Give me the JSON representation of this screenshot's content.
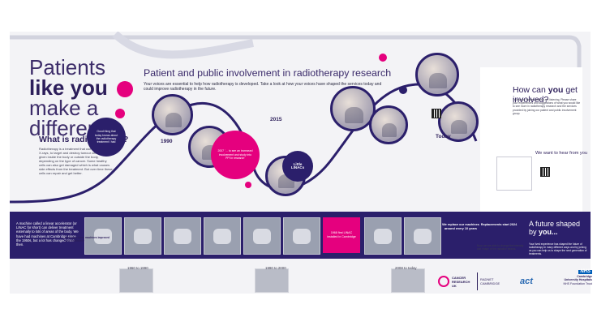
{
  "hero": {
    "line1": "Patients",
    "line2": "like you",
    "line3": "make a",
    "line4": "difference",
    "question": "What is radiotherapy?",
    "body": "Radiotherapy is a treatment that uses radiation, like X-rays, to target and destroy tumour cells. It can be given inside the body or outside the body, depending on the type of cancer. Some healthy cells can also get damaged which is what causes side effects from the treatment. But over time these cells can repair and get better."
  },
  "main": {
    "title": "Patient and public involvement in radiotherapy research",
    "subtitle": "Your voices are essential to help how radiotherapy is developed. Take a look at how your voices have shaped the services today and could improve radiotherapy in the future."
  },
  "years": [
    "1990",
    "2015",
    "Today"
  ],
  "bubbles": {
    "first": "Good thing that today knows about the radiotherapy treatment I had",
    "second": "2007 '… to see an increased involvement and study into PPI in research'",
    "third": "Little LINACs"
  },
  "timeline": {
    "intro": "A machine called a linear accelerator (or LINAC for short) can deliver treatment externally to lots of areas of the body. We have had machines at Cambridge since the 1950s, but a lot has changed since then.",
    "replace_stat": "We replace our machines around every 10 years",
    "replacements": "Replacements start 2024",
    "pink_card": "1968 first LINAC installed in Cambridge"
  },
  "eras": [
    "1960 to 1990",
    "1990 to 2000",
    "2008 to today"
  ],
  "lower": {
    "how": "How have these machines improved your treatment?",
    "today_note": "Now, we are able to change the intensity and shape of the radiation beams."
  },
  "right_panel": {
    "title_pre": "How can ",
    "title_bold": "you",
    "title_post": " get involved?",
    "body": "Your voice matters and we are listening. Please share your experiences and suggestions of what you would like to see more in radiotherapy research and the services provided by joining our patient and public involvement group.",
    "hear": "We want to hear from you"
  },
  "future": {
    "pre": "A future shaped by ",
    "bold": "you...",
    "body": "Your lived experience has shaped the future of radiotherapy in many different ways and by joining us you can help us to shape the next generation of treatments."
  },
  "logos": {
    "cr_line1": "CANCER",
    "cr_line2": "RESEARCH",
    "cr_line3": "UK",
    "rc_line1": "RADNET",
    "rc_line2": "CAMBRIDGE",
    "act": "act",
    "nhs": "NHS",
    "nhs_line1": "Cambridge",
    "nhs_line2": "University Hospitals",
    "nhs_line3": "NHS Foundation Trust"
  },
  "colors": {
    "navy": "#2b1f6b",
    "pink": "#e5007e",
    "panel": "#f3f3f6"
  }
}
